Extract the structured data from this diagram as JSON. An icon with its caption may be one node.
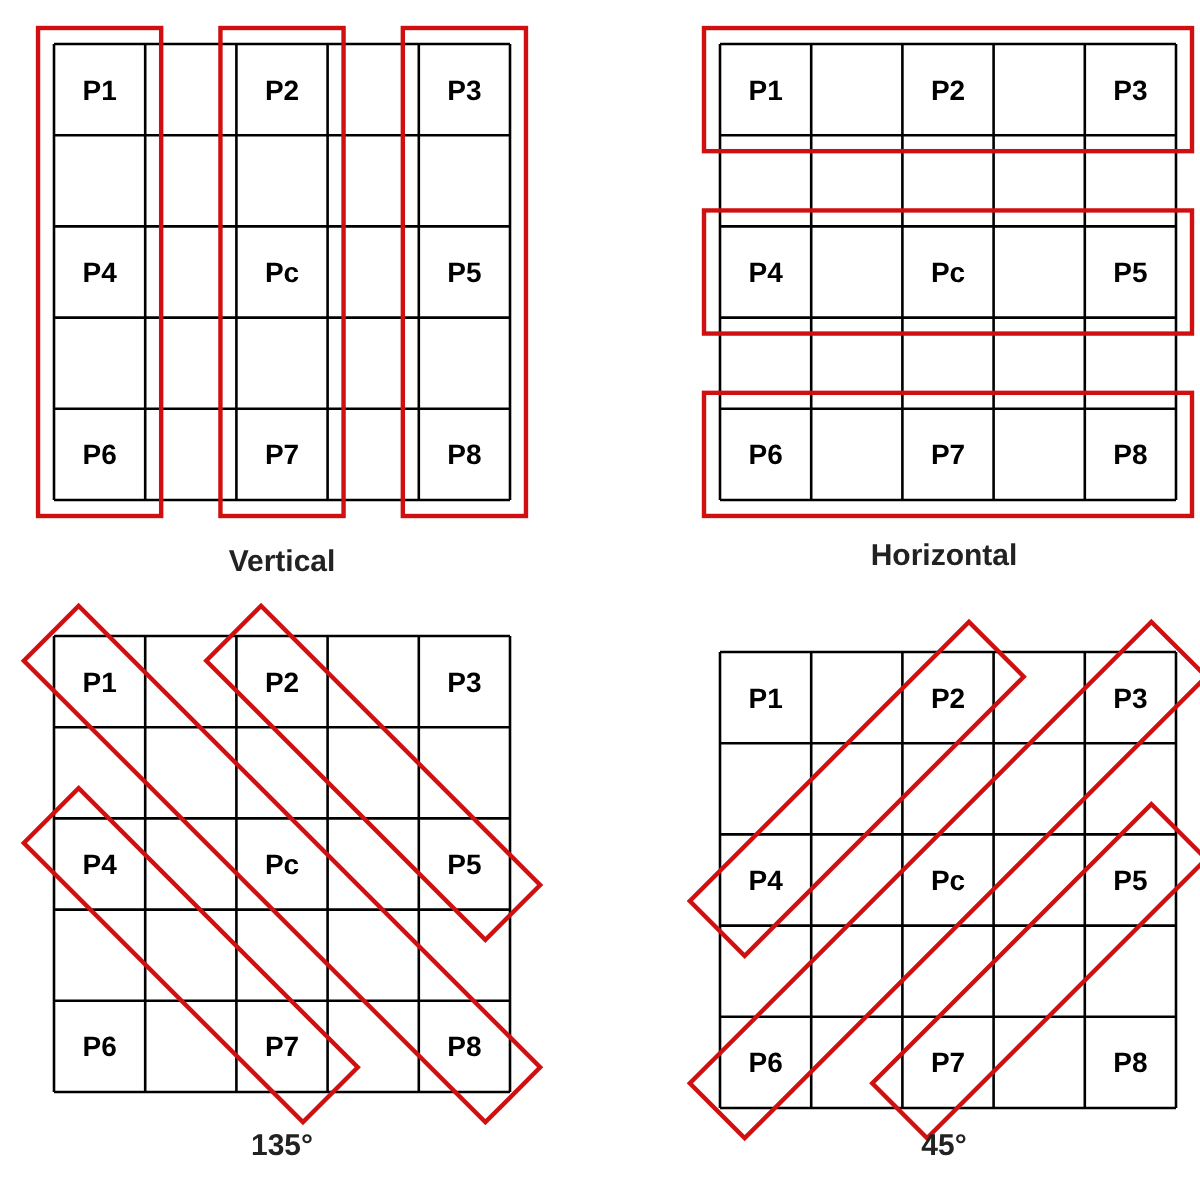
{
  "diagram": {
    "labels": [
      "P1",
      "P2",
      "P3",
      "P4",
      "Pc",
      "P5",
      "P6",
      "P7",
      "P8",
      "Vertical",
      "P1",
      "P2",
      "P3",
      "P4",
      "Pc",
      "P5",
      "P6",
      "P7",
      "P8",
      "Horizontal",
      "P1",
      "P2",
      "P3",
      "P4",
      "Pc",
      "P5",
      "P6",
      "P7",
      "P8",
      "135°",
      "P1",
      "P2",
      "P3",
      "P4",
      "Pc",
      "P5",
      "P6",
      "P7",
      "P8",
      "45°"
    ]
  }
}
